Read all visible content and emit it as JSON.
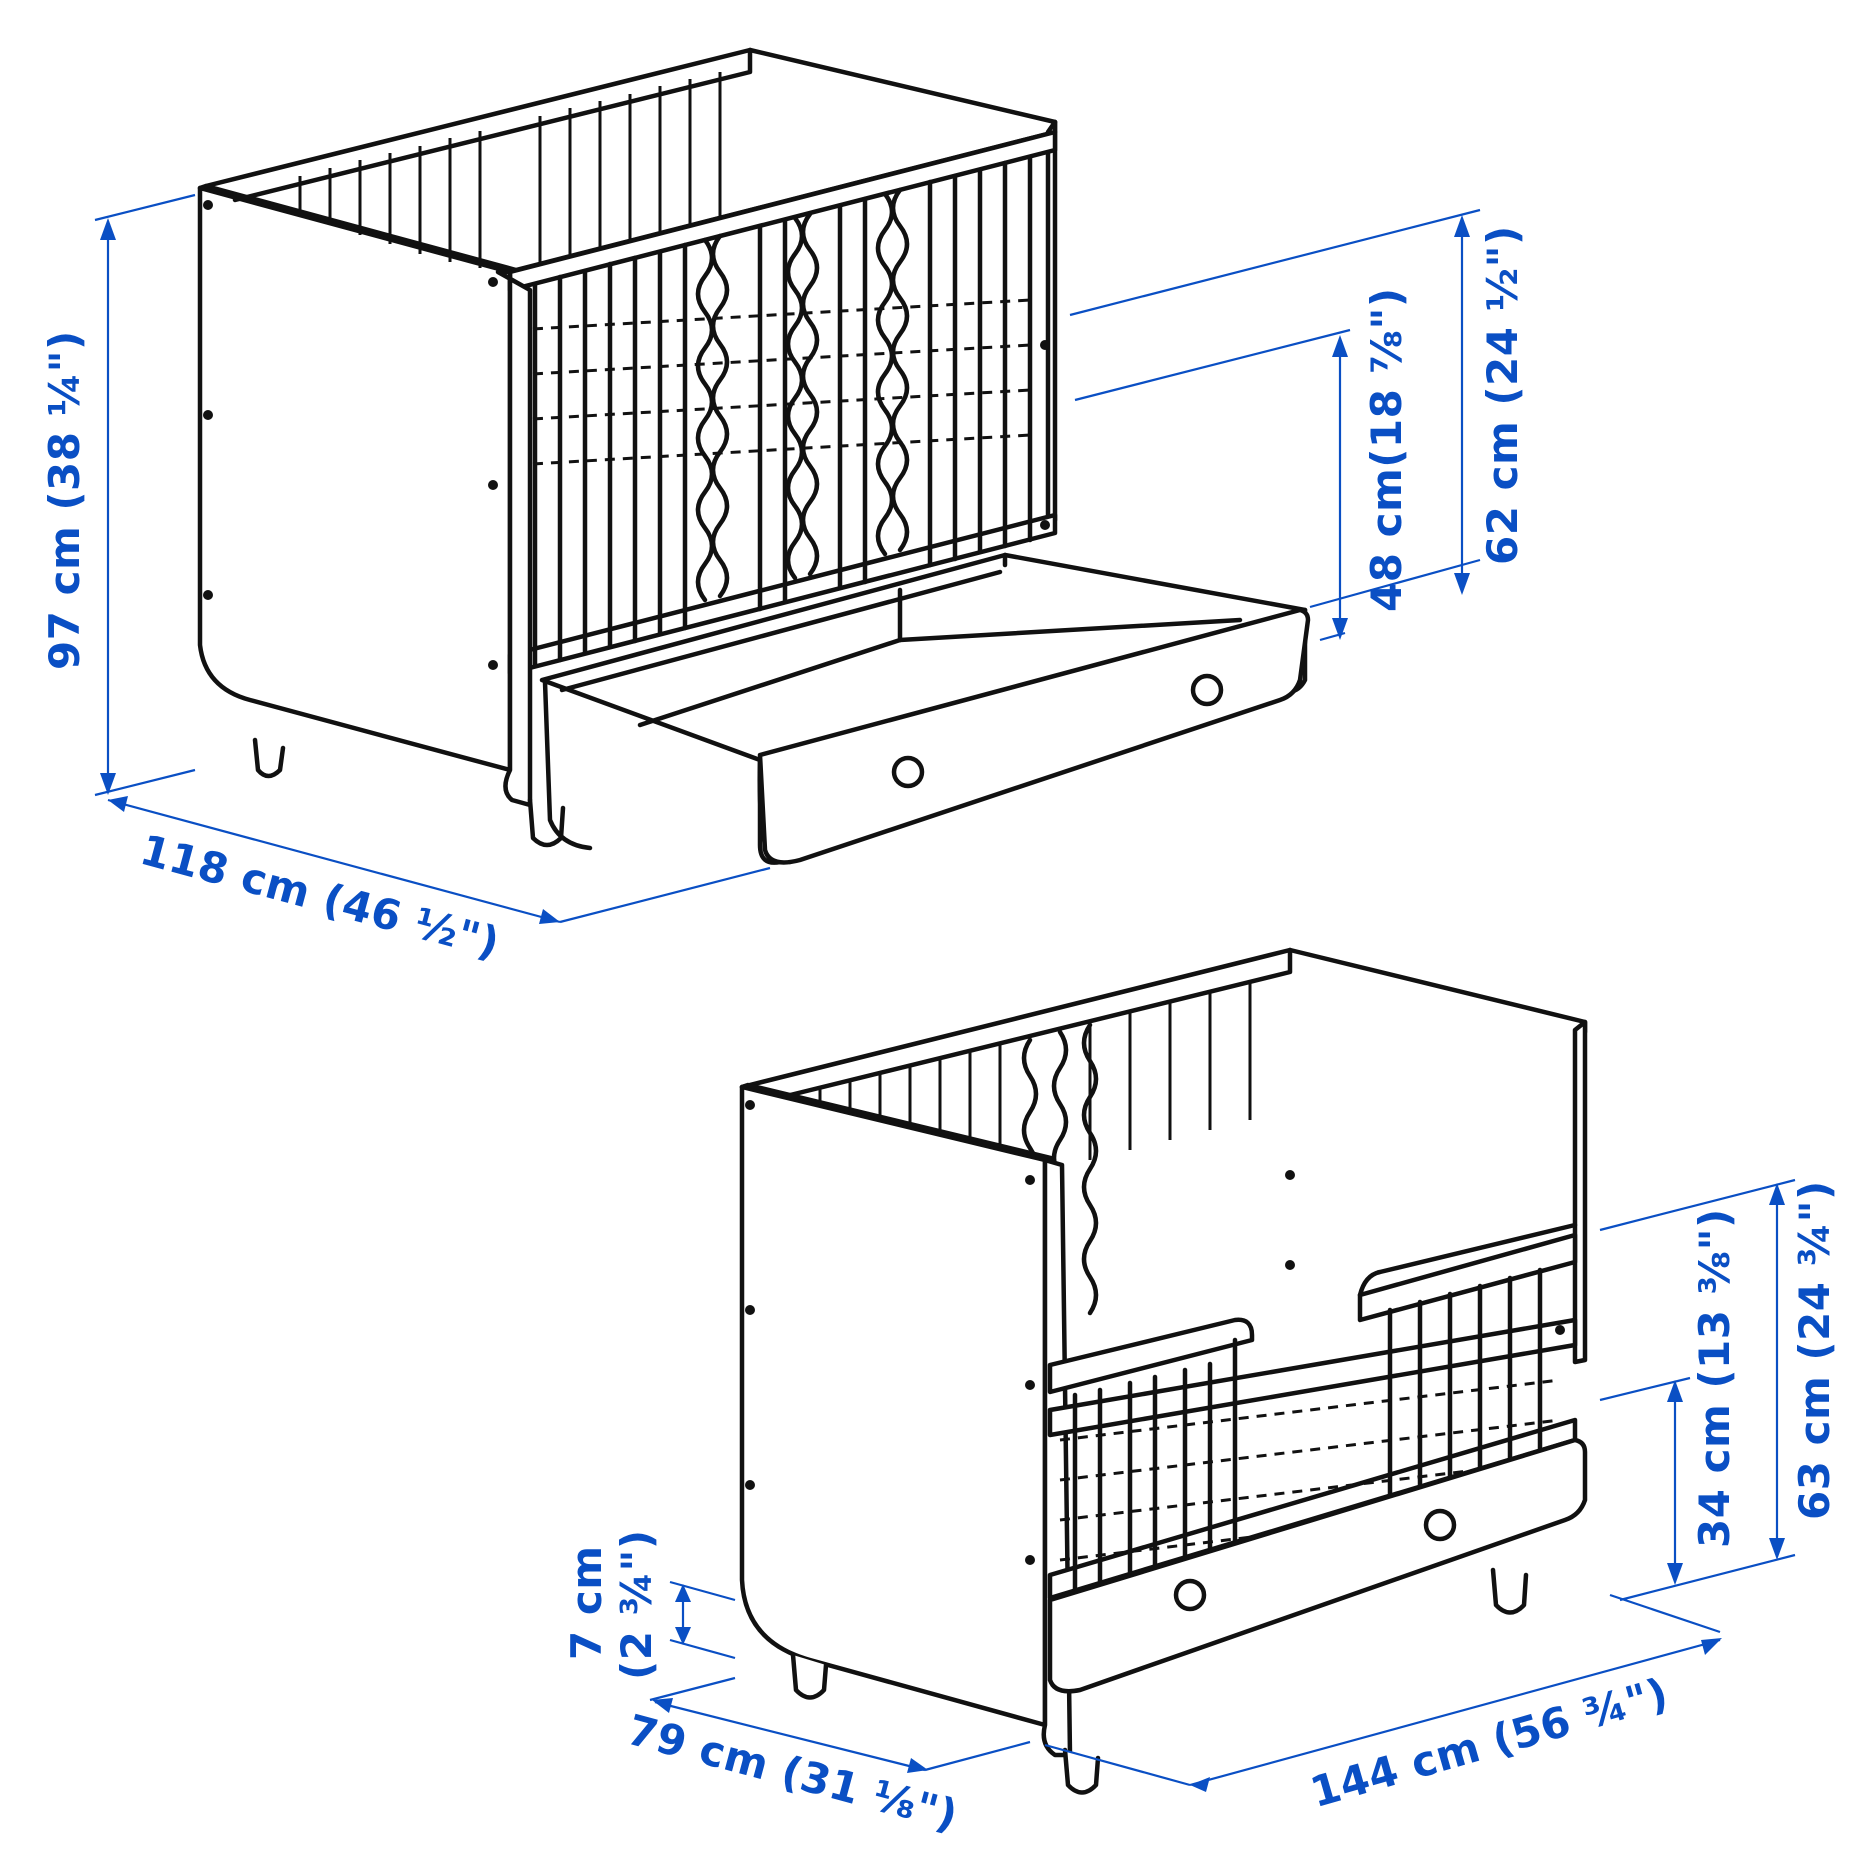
{
  "diagram": {
    "title": "Cot with drawer dimensions",
    "accent_color": "#0a4fc4",
    "line_color": "#111111",
    "views": [
      {
        "name": "cot-mode",
        "description": "Baby cot with pulled-out storage drawer",
        "dimensions": {
          "height_total": "97 cm (38 ¼\")",
          "length": "118 cm (46 ½\")",
          "side_height": "62 cm (24 ½\")",
          "mattress_to_rail": "48 cm(18 ⅞\")"
        }
      },
      {
        "name": "junior-bed-mode",
        "description": "Extended toddler bed with side guard rails",
        "dimensions": {
          "foot_clearance": "7 cm",
          "foot_clearance_imperial": "(2 ¾\")",
          "width": "79 cm (31 ⅛\")",
          "length": "144 cm (56 ¾\")",
          "rail_height": "34 cm (13 ⅜\")",
          "side_height": "63 cm (24 ¾\")"
        }
      }
    ]
  }
}
